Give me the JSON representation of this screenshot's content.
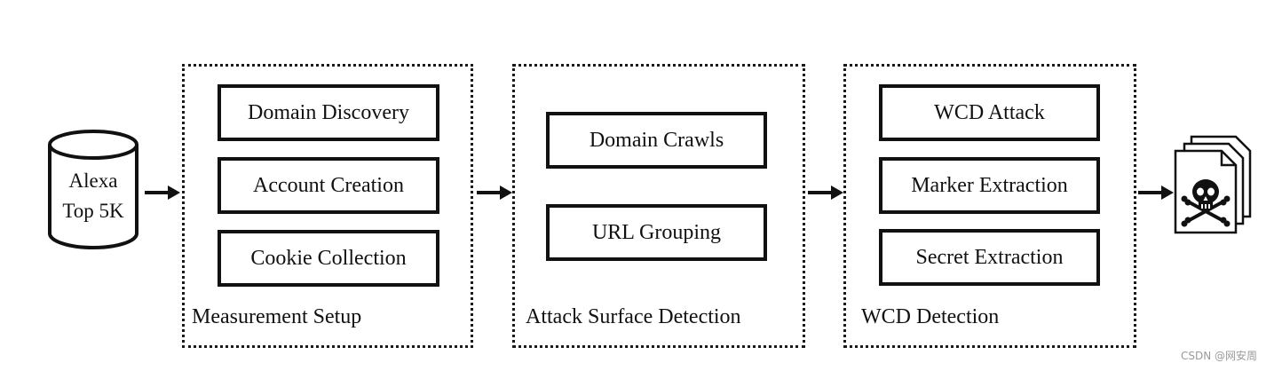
{
  "source": {
    "label_line1": "Alexa",
    "label_line2": "Top 5K",
    "icon": "database-cylinder-icon"
  },
  "stages": [
    {
      "title": "Measurement Setup",
      "steps": [
        "Domain Discovery",
        "Account Creation",
        "Cookie Collection"
      ]
    },
    {
      "title": "Attack Surface Detection",
      "steps": [
        "Domain Crawls",
        "URL Grouping"
      ]
    },
    {
      "title": "WCD Detection",
      "steps": [
        "WCD Attack",
        "Marker Extraction",
        "Secret Extraction"
      ]
    }
  ],
  "result": {
    "icon": "skull-crossbones-document-stack-icon"
  },
  "watermark": "CSDN @网安周"
}
